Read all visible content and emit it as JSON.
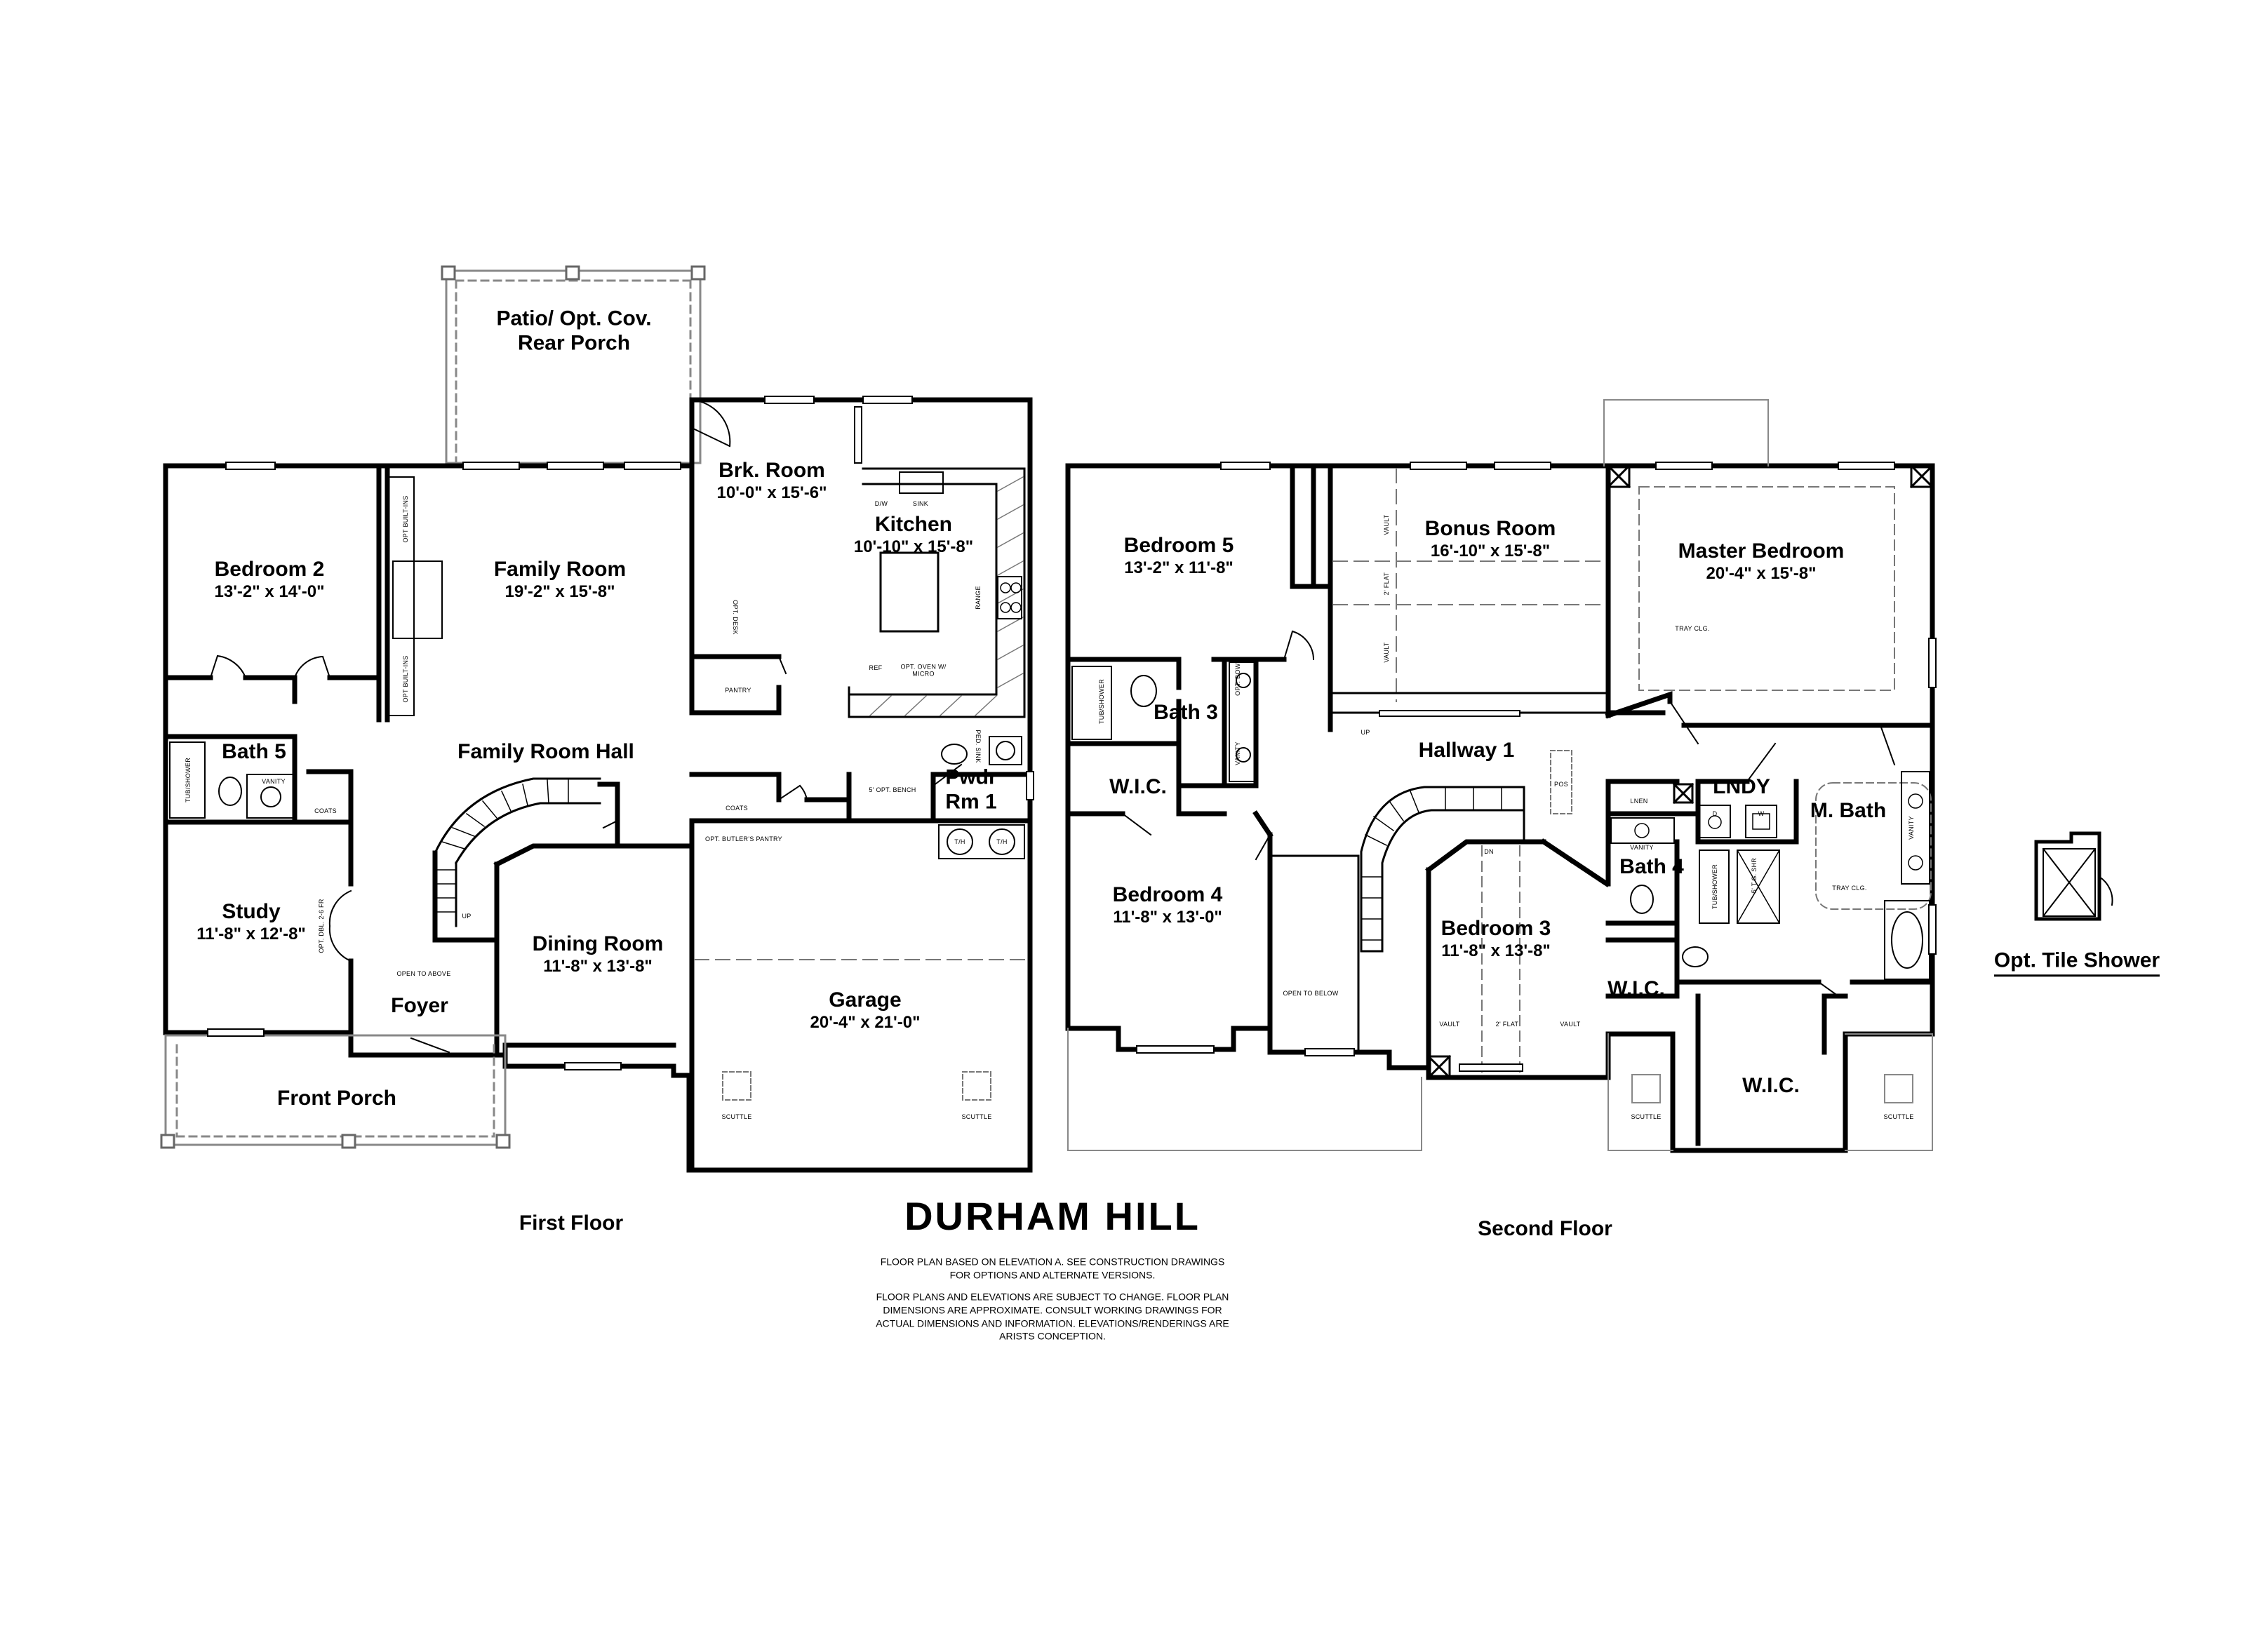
{
  "title": "DURHAM HILL",
  "floors": {
    "first": "First Floor",
    "second": "Second Floor"
  },
  "notes": {
    "line1": "FLOOR PLAN BASED ON ELEVATION A. SEE CONSTRUCTION DRAWINGS FOR OPTIONS AND ALTERNATE VERSIONS.",
    "line2": "FLOOR PLANS AND ELEVATIONS ARE SUBJECT TO CHANGE. FLOOR PLAN DIMENSIONS ARE APPROXIMATE. CONSULT WORKING DRAWINGS FOR ACTUAL DIMENSIONS AND INFORMATION. ELEVATIONS/RENDERINGS ARE ARISTS CONCEPTION."
  },
  "opt_tile_shower": "Opt. Tile Shower",
  "first_floor_rooms": {
    "patio": "Patio/ Opt. Cov.",
    "patio2": "Rear Porch",
    "brk_room": "Brk. Room",
    "brk_room_dim": "10'-0\" x 15'-6\"",
    "kitchen": "Kitchen",
    "kitchen_dim": "10'-10\" x 15'-8\"",
    "bedroom2": "Bedroom 2",
    "bedroom2_dim": "13'-2\" x 14'-0\"",
    "family_room": "Family Room",
    "family_room_dim": "19'-2\" x 15'-8\"",
    "family_room_hall": "Family Room Hall",
    "bath5": "Bath 5",
    "study": "Study",
    "study_dim": "11'-8\" x 12'-8\"",
    "foyer": "Foyer",
    "dining_room": "Dining Room",
    "dining_room_dim": "11'-8\" x 13'-8\"",
    "pwdr": "Pwdr",
    "pwdr2": "Rm 1",
    "garage": "Garage",
    "garage_dim": "20'-4\" x 21'-0\"",
    "front_porch": "Front Porch"
  },
  "second_floor_rooms": {
    "bedroom5": "Bedroom 5",
    "bedroom5_dim": "13'-2\" x 11'-8\"",
    "bonus_room": "Bonus Room",
    "bonus_room_dim": "16'-10\" x 15'-8\"",
    "master_bedroom": "Master Bedroom",
    "master_bedroom_dim": "20'-4\" x 15'-8\"",
    "bath3": "Bath 3",
    "wic_left": "W.I.C.",
    "hallway1": "Hallway 1",
    "lndy": "LNDY",
    "m_bath": "M. Bath",
    "bath4": "Bath 4",
    "bedroom4": "Bedroom 4",
    "bedroom4_dim": "11'-8\" x 13'-0\"",
    "bedroom3": "Bedroom 3",
    "bedroom3_dim": "11'-8\" x 13'-8\"",
    "wic_mid": "W.I.C.",
    "wic_master": "W.I.C."
  },
  "fixture_labels": {
    "opt_built_ins_1": "OPT BUILT-INS",
    "opt_built_ins_2": "OPT BUILT-INS",
    "pantry": "PANTRY",
    "coats_1": "COATS",
    "coats_2": "COATS",
    "opt_butlers_pantry": "OPT. BUTLER'S PANTRY",
    "opt_bench": "5' OPT. BENCH",
    "ref": "REF",
    "opt_oven": "OPT. OVEN W/ MICRO",
    "range": "RANGE",
    "sink": "SINK",
    "dw": "D/W",
    "opt_desk": "OPT. DESK",
    "ped_sink": "PED. SINK",
    "tub_shower_1": "TUB/SHOWER",
    "vanity_1": "VANITY",
    "open_to_above": "OPEN TO ABOVE",
    "up_1": "UP",
    "opt_dbl_doors": "OPT. DBL. 2-6 FR",
    "scuttle_1": "SCUTTLE",
    "scuttle_2": "SCUTTLE",
    "th_1": "T/H",
    "th_2": "T/H",
    "vault_1": "VAULT",
    "flat_1": "2' FLAT",
    "vault_2": "VAULT",
    "tray_clg_1": "TRAY CLG.",
    "tray_clg_2": "TRAY CLG.",
    "tub_shower_2": "TUB/SHOWER",
    "vanity_2": "VANITY",
    "opt_bowl": "OPT. BOWL",
    "dn": "DN",
    "pos": "POS",
    "lnen": "LNEN",
    "d": "D",
    "w": "W",
    "vanity_3": "VANITY",
    "tub_shower_3": "TUB/SHOWER",
    "opt_shr": "5' T.G. SHR",
    "vanity_4": "VANITY",
    "open_to_below": "OPEN TO BELOW",
    "vault_3": "VAULT",
    "flat_2": "2' FLAT",
    "vault_4": "VAULT",
    "up_2": "UP",
    "scuttle_3": "SCUTTLE",
    "scuttle_4": "SCUTTLE"
  }
}
